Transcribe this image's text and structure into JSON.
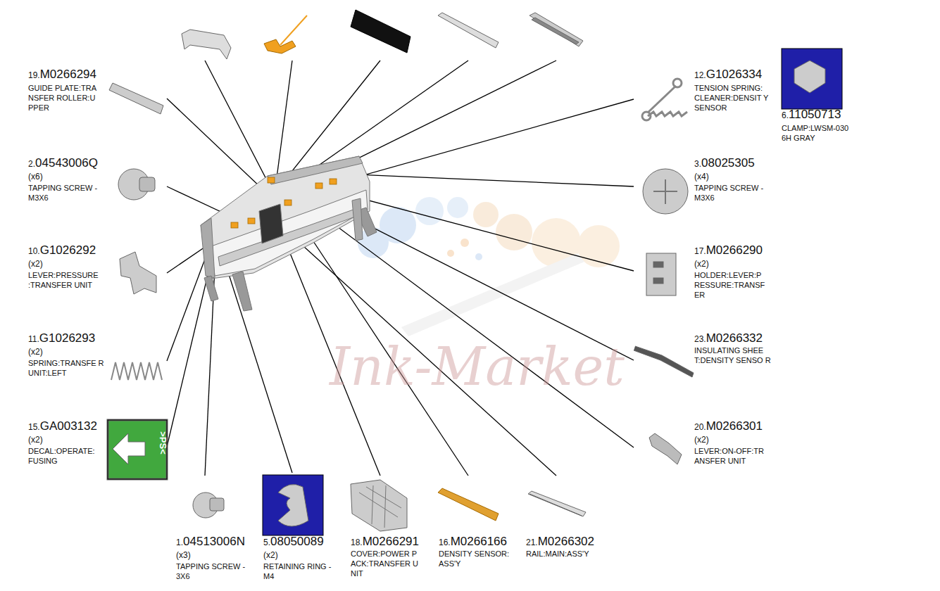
{
  "diagram": {
    "labels": [
      "19.",
      "M0266294",
      "GUIDE PLATE:TRA NSFER ROLLER:U PPER",
      "12.",
      "G1026334",
      "TENSION SPRING: CLEANER:DENSIT Y SENSOR",
      "6.",
      "11050713",
      "CLAMP:LWSM-030 6H GRAY",
      "2.",
      "04543006Q",
      "(x6)",
      "TAPPING SCREW - M3X6",
      "3.",
      "08025305",
      "(x4)",
      "TAPPING SCREW - M3X6",
      "10.",
      "G1026292",
      "(x2)",
      "LEVER:PRESSURE :TRANSFER UNIT",
      "17.",
      "M0266290",
      "(x2)",
      "HOLDER:LEVER:P RESSURE:TRANSF ER",
      "11.",
      "G1026293",
      "(x2)",
      "SPRING:TRANSFE R UNIT:LEFT",
      "23.",
      "M0266332",
      "INSULATING SHEE T:DENSITY SENSO R",
      "15.",
      "GA003132",
      "(x2)",
      "DECAL:OPERATE: FUSING",
      "20.",
      "M0266301",
      "(x2)",
      "LEVER:ON-OFF:TR ANSFER UNIT",
      "1.",
      "04513006N",
      "(x3)",
      "TAPPING SCREW - 3X6",
      "5.",
      "08050089",
      "(x2)",
      "RETAINING RING - M4",
      "18.",
      "M0266291",
      "COVER:POWER P ACK:TRANSFER U NIT",
      "16.",
      "M0266166",
      "DENSITY SENSOR: ASS'Y",
      "21.",
      "M0266302",
      "RAIL:MAIN:ASS'Y",
      ">PS<",
      "Ink-Market"
    ]
  }
}
